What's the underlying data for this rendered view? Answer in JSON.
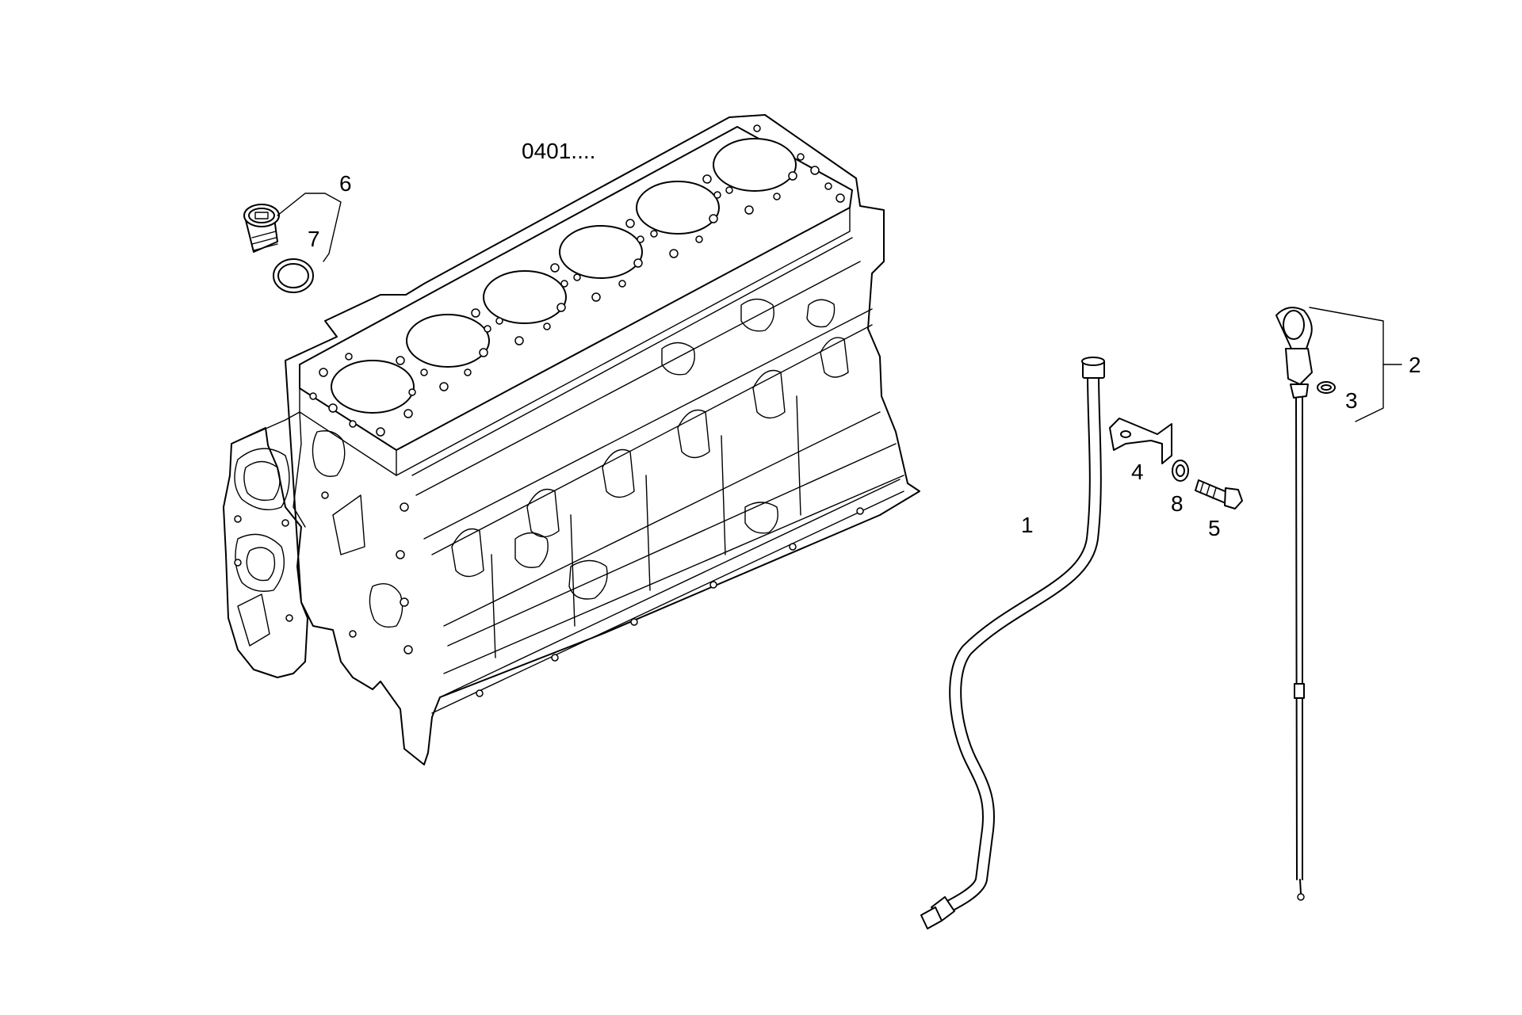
{
  "group_ref": "0401....",
  "callouts": [
    {
      "id": "1",
      "label": "1",
      "part": "dipstick-guide-tube"
    },
    {
      "id": "2",
      "label": "2",
      "part": "dipstick"
    },
    {
      "id": "3",
      "label": "3",
      "part": "dipstick-seal-ring"
    },
    {
      "id": "4",
      "label": "4",
      "part": "tube-bracket"
    },
    {
      "id": "5",
      "label": "5",
      "part": "bracket-bolt"
    },
    {
      "id": "6",
      "label": "6",
      "part": "plug-with-washer"
    },
    {
      "id": "7",
      "label": "7",
      "part": "sealing-washer"
    },
    {
      "id": "8",
      "label": "8",
      "part": "washer"
    }
  ]
}
